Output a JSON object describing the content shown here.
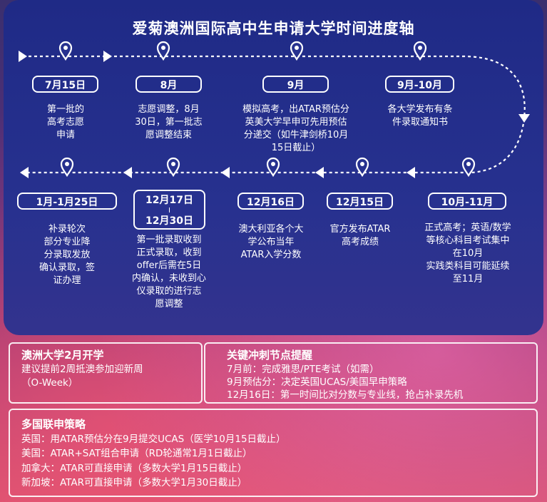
{
  "title": "爱菊澳洲国际高中生申请大学时间进度轴",
  "timeline": [
    {
      "date": "7月15日",
      "desc": [
        "第一批的",
        "高考志愿",
        "申请"
      ]
    },
    {
      "date": "8月",
      "desc": [
        "志愿调整，8月",
        "30日，第一批志",
        "愿调整结束"
      ]
    },
    {
      "date": "9月",
      "desc": [
        "模拟高考，出ATAR预估分",
        "英美大学早申可先用预估",
        "分递交（如牛津剑桥10月",
        "15日截止）"
      ]
    },
    {
      "date": "9月-10月",
      "desc": [
        "各大学发布有条",
        "件录取通知书"
      ]
    },
    {
      "date": "10月-11月",
      "desc": [
        "正式高考；英语/数学",
        "等核心科目考试集中",
        "在10月",
        "实践类科目可能延续",
        "至11月"
      ]
    },
    {
      "date": "12月15日",
      "desc": [
        "官方发布ATAR",
        "高考成绩"
      ]
    },
    {
      "date": "12月16日",
      "desc": [
        "澳大利亚各个大",
        "学公布当年",
        "ATAR入学分数"
      ]
    },
    {
      "date_top": "12月17日",
      "date_bottom": "12月30日",
      "desc": [
        "第一批录取收到",
        "正式录取，收到",
        "offer后需在5日",
        "内确认，未收到心",
        "仪录取的进行志",
        "愿调整"
      ]
    },
    {
      "date": "1月-1月25日",
      "desc": [
        "补录轮次",
        "部分专业降",
        "分录取发放",
        "确认录取，签",
        "证办理"
      ]
    }
  ],
  "university_start": {
    "heading": "澳洲大学2月开学",
    "lines": [
      "建议提前2周抵澳参加迎新周",
      "（O-Week）"
    ]
  },
  "key_points": {
    "heading": "关键冲刺节点提醒",
    "lines": [
      "7月前：完成雅思/PTE考试（如需）",
      "9月预估分：决定英国UCAS/美国早申策略",
      "12月16日：第一时间比对分数与专业线，抢占补录先机"
    ]
  },
  "multi_country": {
    "heading": "多国联申策略",
    "lines": [
      "英国：用ATAR预估分在9月提交UCAS（医学10月15日截止）",
      "美国：ATAR+SAT组合申请（RD轮通常1月1日截止）",
      "加拿大：ATAR可直接申请（多数大学1月15日截止）",
      "新加坡：ATAR可直接申请（多数大学1月30日截止）"
    ]
  }
}
